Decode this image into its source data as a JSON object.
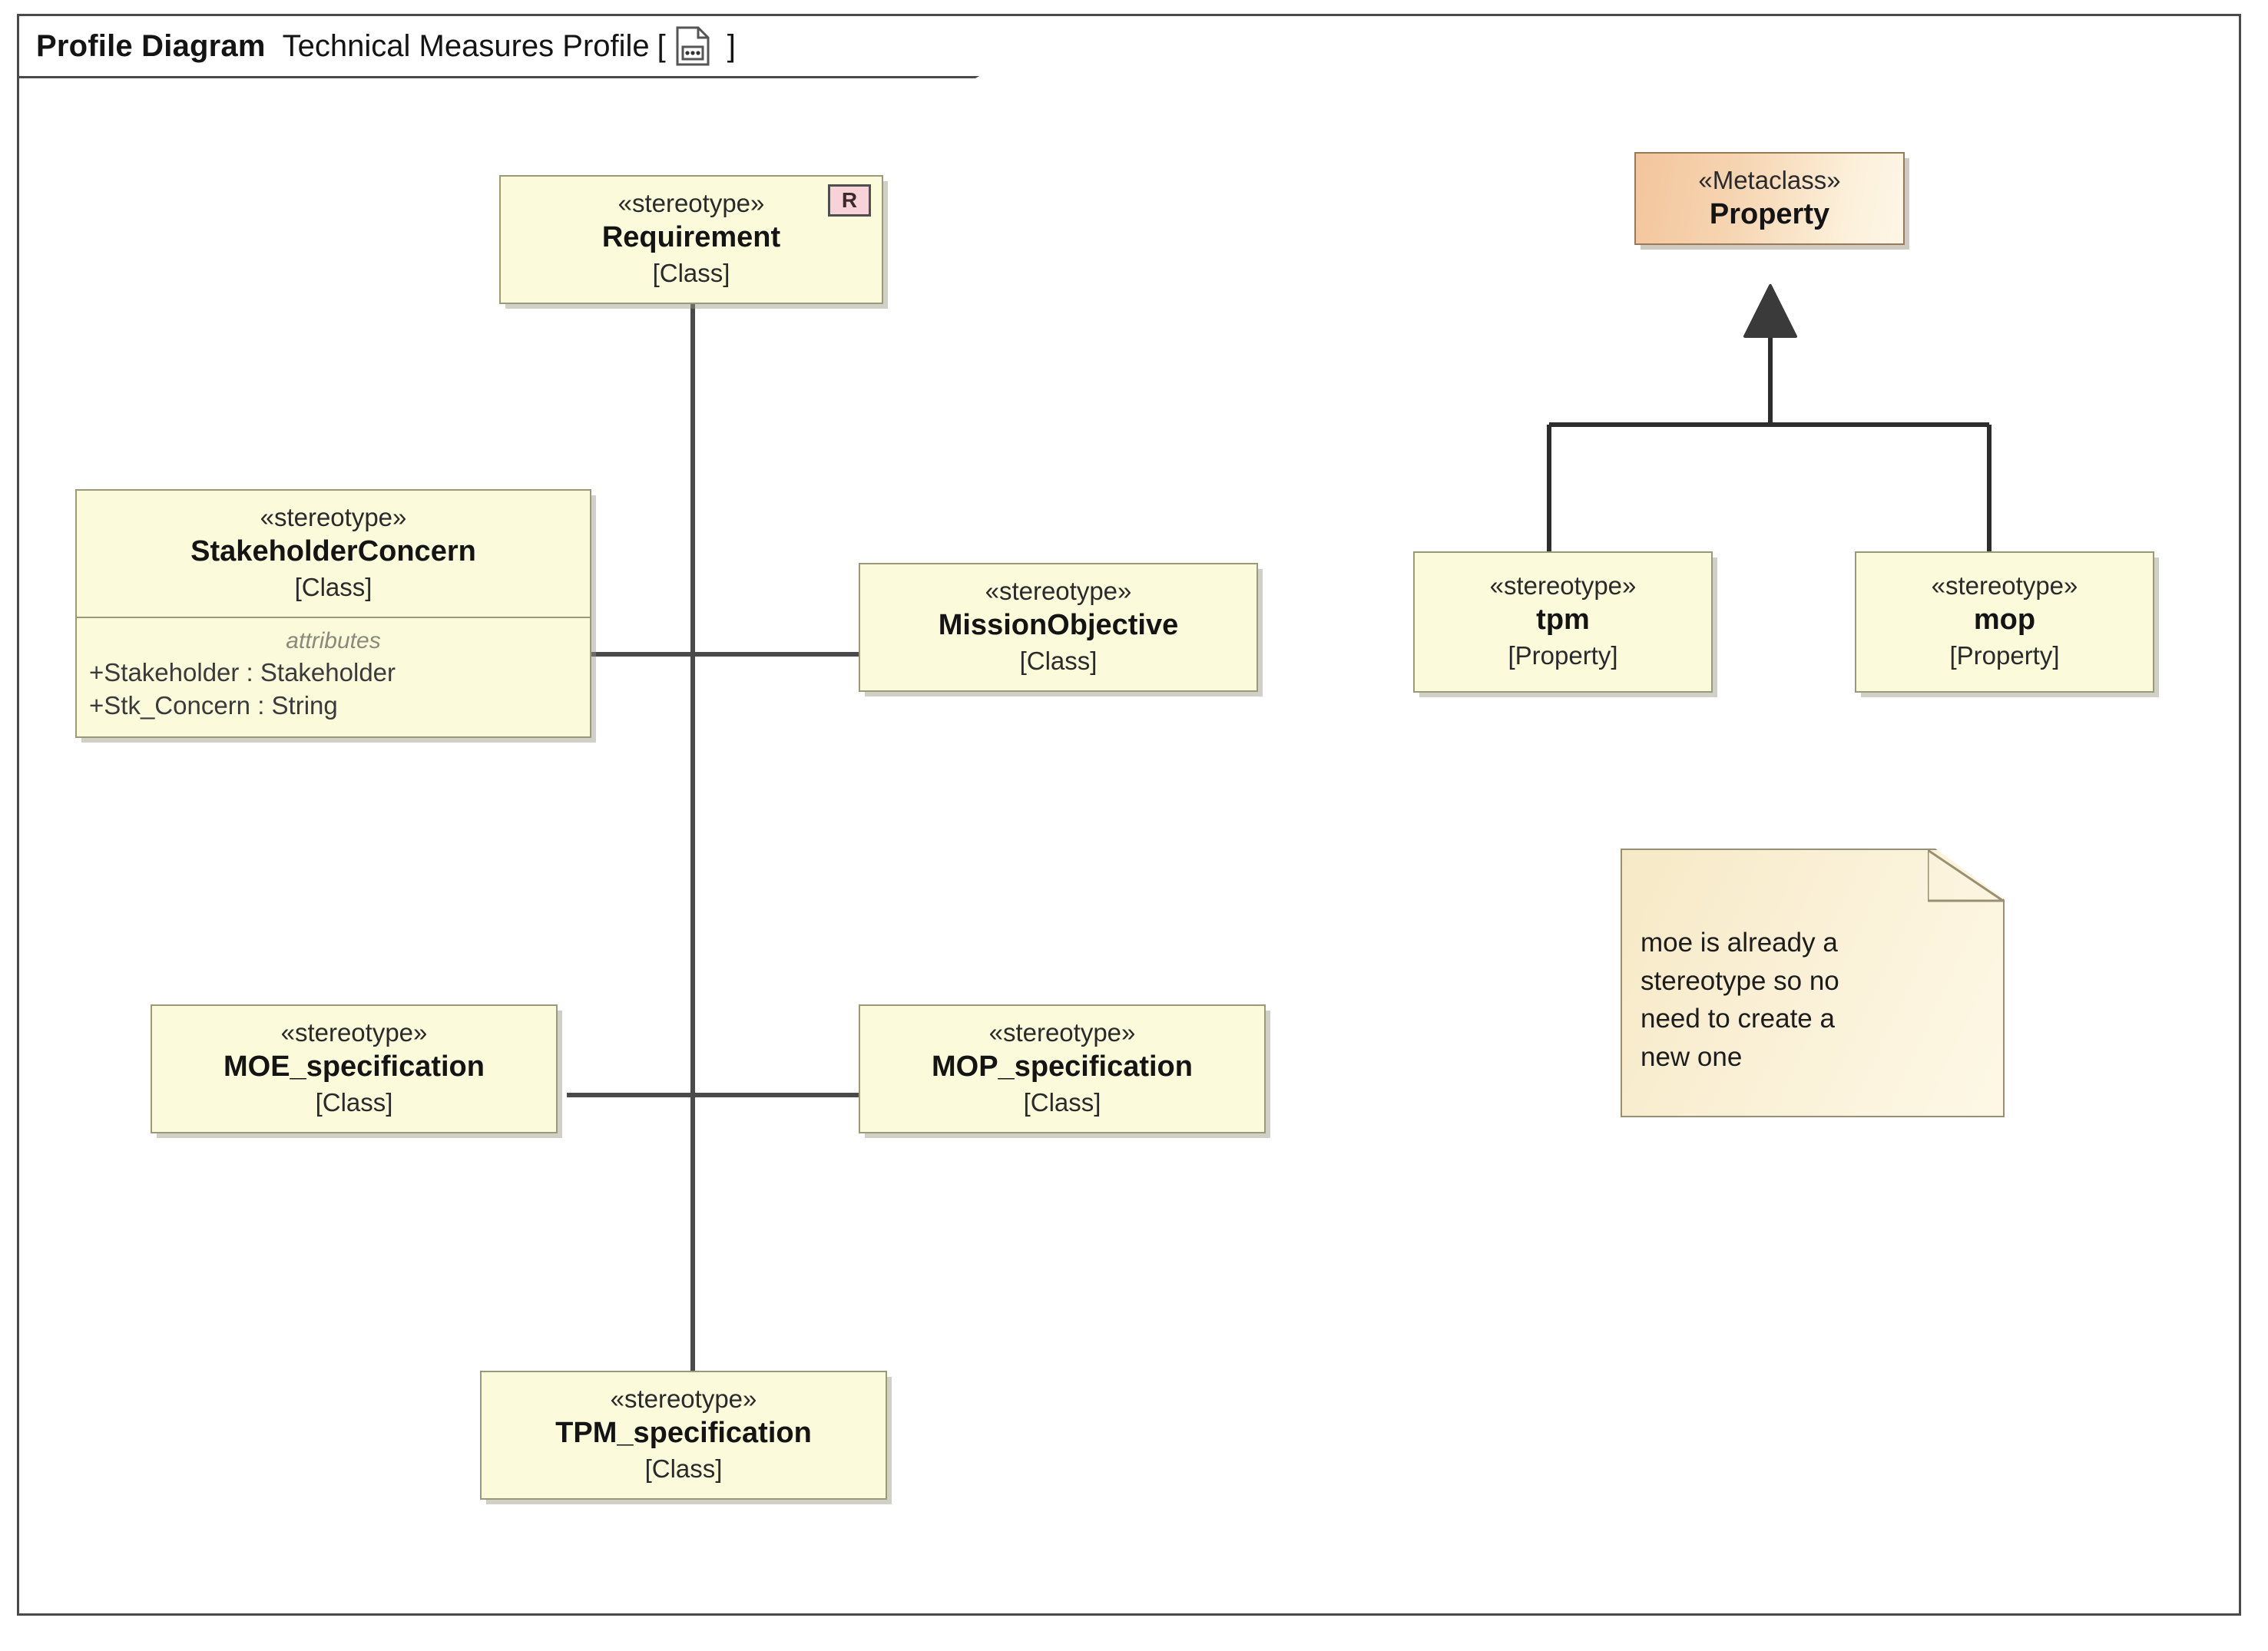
{
  "frame": {
    "diagram_type": "Profile Diagram",
    "diagram_name": "Technical Measures Profile",
    "bracket_open": "[",
    "bracket_close": "]",
    "icon": "diagram-document-icon"
  },
  "nodes": {
    "requirement": {
      "stereotype_label": "«stereotype»",
      "name": "Requirement",
      "metatype": "[Class]",
      "badge": "R"
    },
    "stakeholder_concern": {
      "stereotype_label": "«stereotype»",
      "name": "StakeholderConcern",
      "metatype": "[Class]",
      "attributes_title": "attributes",
      "attributes": [
        "+Stakeholder : Stakeholder",
        "+Stk_Concern : String"
      ]
    },
    "mission_objective": {
      "stereotype_label": "«stereotype»",
      "name": "MissionObjective",
      "metatype": "[Class]"
    },
    "moe_specification": {
      "stereotype_label": "«stereotype»",
      "name": "MOE_specification",
      "metatype": "[Class]"
    },
    "mop_specification": {
      "stereotype_label": "«stereotype»",
      "name": "MOP_specification",
      "metatype": "[Class]"
    },
    "tpm_specification": {
      "stereotype_label": "«stereotype»",
      "name": "TPM_specification",
      "metatype": "[Class]"
    },
    "property_metaclass": {
      "stereotype_label": "«Metaclass»",
      "name": "Property"
    },
    "tpm": {
      "stereotype_label": "«stereotype»",
      "name": "tpm",
      "metatype": "[Property]"
    },
    "mop": {
      "stereotype_label": "«stereotype»",
      "name": "mop",
      "metatype": "[Property]"
    }
  },
  "note": {
    "line1": "moe is already a",
    "line2": "stereotype so no",
    "line3": "need to create a",
    "line4": "new one"
  },
  "colors": {
    "stereotype_fill": "#fbfbdc",
    "stereotype_border": "#9a9a78",
    "metaclass_fill_start": "#f3c59c",
    "metaclass_fill_end": "#fdf7e6",
    "metaclass_border": "#9a7a56",
    "note_fill": "#faf0d6",
    "note_border": "#9a8f72",
    "badge_fill": "#f7d2d8",
    "connector": "#4a4a4a",
    "frame_border": "#4a4a4a"
  }
}
